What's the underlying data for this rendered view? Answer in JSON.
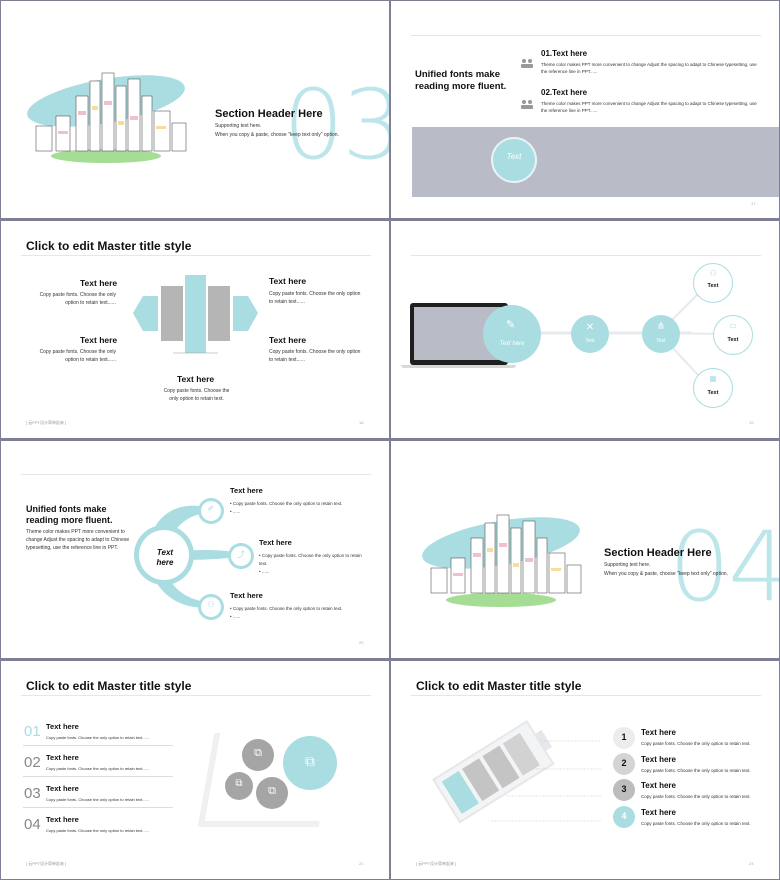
{
  "slide1": {
    "title": "Section Header Here",
    "subtitle": "Supporting text here.",
    "note": "When you copy & paste, choose \"keep text only\" option.",
    "number": "03"
  },
  "slide2": {
    "heading": "Unified fonts make reading more fluent.",
    "items": [
      {
        "title": "01.Text here",
        "body": "Theme color makes PPT more convenient to change Adjust the spacing to adapt to Chinese typesetting, use the reference line in PPT......"
      },
      {
        "title": "02.Text here",
        "body": "Theme color makes PPT more convenient to change Adjust the spacing to adapt to Chinese typesetting, use the reference line in PPT......"
      }
    ],
    "circle_label": "Text",
    "page": "17"
  },
  "slide3": {
    "title": "Click to edit Master title style",
    "blocks": [
      {
        "title": "Text here",
        "body": "Copy paste fonts. Choose the only option to retain text......"
      },
      {
        "title": "Text here",
        "body": "Copy paste fonts. Choose the only option to retain text......"
      },
      {
        "title": "Text here",
        "body": "Copy paste fonts. Choose the only option to retain text......"
      },
      {
        "title": "Text here",
        "body": "Copy paste fonts. Choose the only option to retain text......"
      },
      {
        "title": "Text here",
        "body": "Copy paste fonts. Choose the only option to retain text."
      }
    ],
    "footer": "[ 云PPT设计简单起来 ]",
    "page": "18"
  },
  "slide4": {
    "main_label": "Text here",
    "nodes": [
      "Text",
      "Text",
      "Text",
      "Text",
      "Text"
    ],
    "page": "19"
  },
  "slide5": {
    "heading": "Unified fonts make reading more fluent.",
    "body": "Theme color makes PPT more convenient to change Adjust the spacing to adapt to Chinese typesetting, use the reference line in PPT.",
    "center_label": "Text here",
    "items": [
      {
        "title": "Text here",
        "bullet1": "Copy paste fonts. Choose the only option to retain text.",
        "bullet2": "......"
      },
      {
        "title": "Text here",
        "bullet1": "Copy paste fonts. Choose the only option to retain text.",
        "bullet2": "......"
      },
      {
        "title": "Text here",
        "bullet1": "Copy paste fonts. Choose the only option to retain text.",
        "bullet2": "......"
      }
    ],
    "page": "20"
  },
  "slide6": {
    "title": "Section Header Here",
    "subtitle": "Supporting text here.",
    "note": "When you copy & paste, choose \"keep text only\" option.",
    "number": "04"
  },
  "slide7": {
    "title": "Click to edit Master title style",
    "items": [
      {
        "num": "01",
        "title": "Text here",
        "body": "Copy paste fonts. Choose the only option to retain text......"
      },
      {
        "num": "02",
        "title": "Text here",
        "body": "Copy paste fonts. Choose the only option to retain text......"
      },
      {
        "num": "03",
        "title": "Text here",
        "body": "Copy paste fonts. Choose the only option to retain text......"
      },
      {
        "num": "04",
        "title": "Text here",
        "body": "Copy paste fonts. Choose the only option to retain text......"
      }
    ],
    "footer": "[ 云PPT设计简单起来 ]",
    "page": "22"
  },
  "slide8": {
    "title": "Click to edit Master title style",
    "items": [
      {
        "num": "1",
        "title": "Text here",
        "body": "Copy paste fonts. Choose the only option to retain text."
      },
      {
        "num": "2",
        "title": "Text here",
        "body": "Copy paste fonts. Choose the only option to retain text."
      },
      {
        "num": "3",
        "title": "Text here",
        "body": "Copy paste fonts. Choose the only option to retain text."
      },
      {
        "num": "4",
        "title": "Text here",
        "body": "Copy paste fonts. Choose the only option to retain text."
      }
    ],
    "footer": "[ 云PPT设计简单起来 ]",
    "page": "23"
  },
  "colors": {
    "accent": "#a9dde1",
    "gray": "#b9bcc6",
    "dark_gray": "#a5a5a5",
    "background": "#7e7e95"
  }
}
